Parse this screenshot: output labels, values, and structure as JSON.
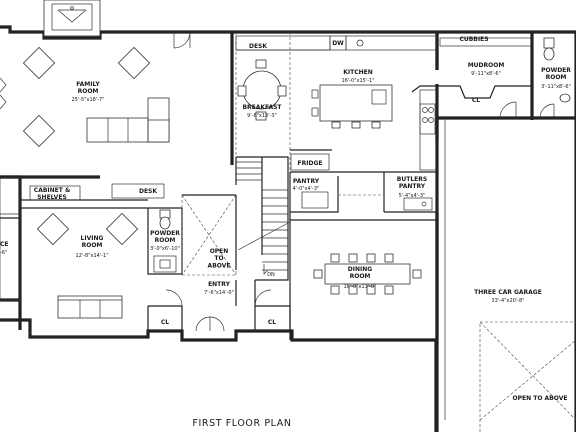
{
  "plan": {
    "title": "FIRST FLOOR PLAN",
    "rooms": {
      "family": {
        "name": "FAMILY\nROOM",
        "dims": "25'-5\"x18'-7\""
      },
      "breakfast": {
        "name": "BREAKFAST",
        "dims": "9'-8\"x13'-3\""
      },
      "kitchen": {
        "name": "KITCHEN",
        "dims": "16'-0\"x15'-1\""
      },
      "mudroom": {
        "name": "MUDROOM",
        "dims": "9'-11\"x8'-6\""
      },
      "powder_right": {
        "name": "POWDER\nROOM",
        "dims": "3'-11\"x8'-6\""
      },
      "pantry": {
        "name": "PANTRY",
        "dims": "4'-0\"x4'-3\""
      },
      "butlers": {
        "name": "BUTLERS\nPANTRY",
        "dims": "5'-4\"x4'-3\""
      },
      "living": {
        "name": "LIVING\nROOM",
        "dims": "12'-8\"x14'-1\""
      },
      "powder_left": {
        "name": "POWDER\nROOM",
        "dims": "3'-0\"x6'-10\""
      },
      "open_above": {
        "name": "OPEN\nTO\nABOVE"
      },
      "entry": {
        "name": "ENTRY",
        "dims": "7'-6\"x14'-0\""
      },
      "dining": {
        "name": "DINING\nROOM",
        "dims": "16'-0\"x13'-0\""
      },
      "garage": {
        "name": "THREE CAR GARAGE",
        "dims": "33'-4\"x20'-8\""
      },
      "garage_open": {
        "name": "OPEN TO ABOVE"
      },
      "office_partial": {
        "name": "CE",
        "dims": "-6\""
      }
    },
    "tags": {
      "desk_top": "DESK",
      "dw": "DW",
      "cubbies": "CUBBIES",
      "cl_mud": "CL",
      "fridge": "FRIDGE",
      "cabinet": "CABINET &\nSHELVES",
      "desk_mid": "DESK",
      "dn": "DN",
      "cl_left": "CL",
      "cl_right": "CL"
    }
  }
}
